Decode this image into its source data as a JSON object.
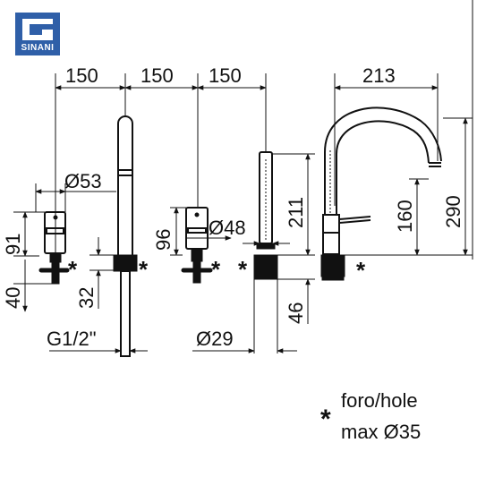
{
  "brand": {
    "logo_text": "SINANI",
    "accent": "#2f5fa8"
  },
  "dimensions": {
    "top_1": "150",
    "top_2": "150",
    "top_3": "150",
    "top_4": "213",
    "dia_53": "Ø53",
    "dia_48": "Ø48",
    "dia_29": "Ø29",
    "h_91": "91",
    "h_40": "40",
    "h_96": "96",
    "h_32": "32",
    "h_211": "211",
    "h_46": "46",
    "h_160": "160",
    "h_290": "290",
    "thread": "G1/2\""
  },
  "marks": {
    "star": "*"
  },
  "note": {
    "star": "*",
    "line1": "foro/hole",
    "line2": "max Ø35"
  }
}
